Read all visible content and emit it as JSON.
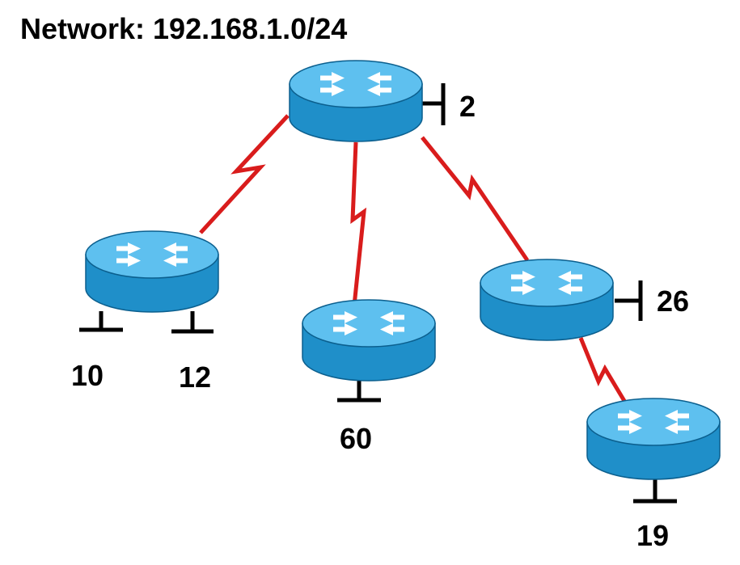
{
  "title": "Network: 192.168.1.0/24",
  "colors": {
    "link": "#d91c1c",
    "router_top": "#5ec0ef",
    "router_side": "#1f8fc9",
    "router_shadow": "#0b5f8e",
    "arrow": "#ffffff",
    "host_line": "#000000"
  },
  "routers": [
    {
      "id": "top",
      "icon": "router-icon"
    },
    {
      "id": "left",
      "icon": "router-icon"
    },
    {
      "id": "middle",
      "icon": "router-icon"
    },
    {
      "id": "right",
      "icon": "router-icon"
    },
    {
      "id": "bottom-right",
      "icon": "router-icon"
    }
  ],
  "host_labels": {
    "top_router": "2",
    "left_router_a": "10",
    "left_router_b": "12",
    "middle_router": "60",
    "right_router": "26",
    "bottom_right_router": "19"
  },
  "links": [
    {
      "from": "top",
      "to": "left",
      "type": "serial"
    },
    {
      "from": "top",
      "to": "middle",
      "type": "serial"
    },
    {
      "from": "top",
      "to": "right",
      "type": "serial"
    },
    {
      "from": "right",
      "to": "bottom-right",
      "type": "serial"
    }
  ]
}
